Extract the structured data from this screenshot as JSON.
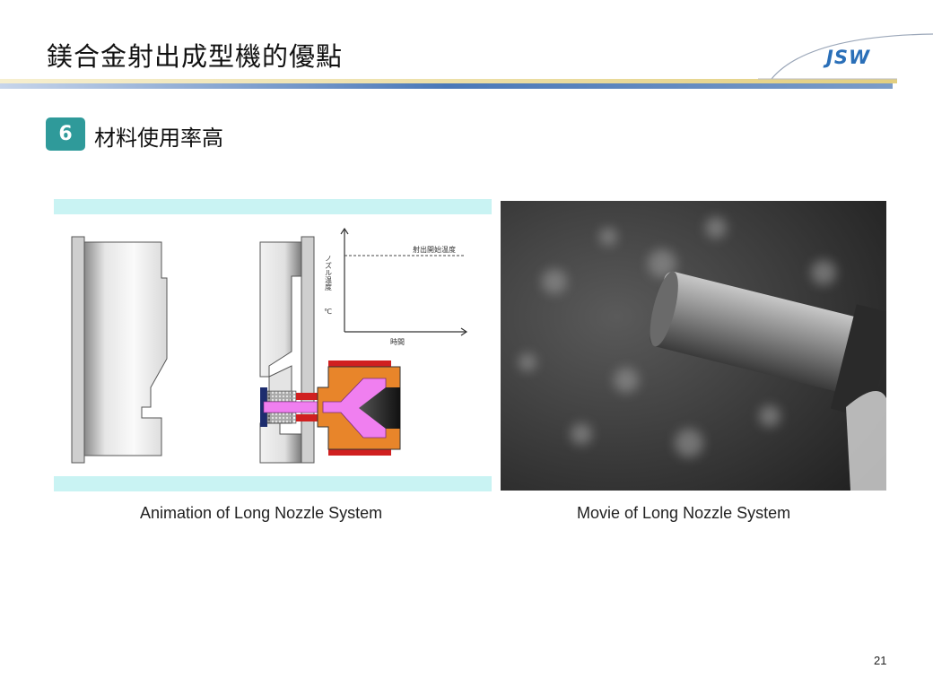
{
  "slide": {
    "title": "鎂合金射出成型機的優點",
    "logo": "JSW",
    "section_number": "6",
    "section_title": "材料使用率高",
    "page_number": "21"
  },
  "animation": {
    "caption": "Animation of Long Nozzle System",
    "graph_ylabel": "ノズル温度",
    "graph_yunit": "℃",
    "graph_xlabel": "時間",
    "graph_threshold_label": "射出開始温度"
  },
  "movie": {
    "caption": "Movie of Long Nozzle System"
  },
  "colors": {
    "band": "#c9f3f3",
    "badge": "#2f9a9a",
    "logo": "#2a6fb8",
    "heater": "#e8852a",
    "melt": "#f07ff0",
    "heater_band": "#d02020",
    "rule_blue": "#4a78b8",
    "rule_gold": "#e7d89a"
  }
}
